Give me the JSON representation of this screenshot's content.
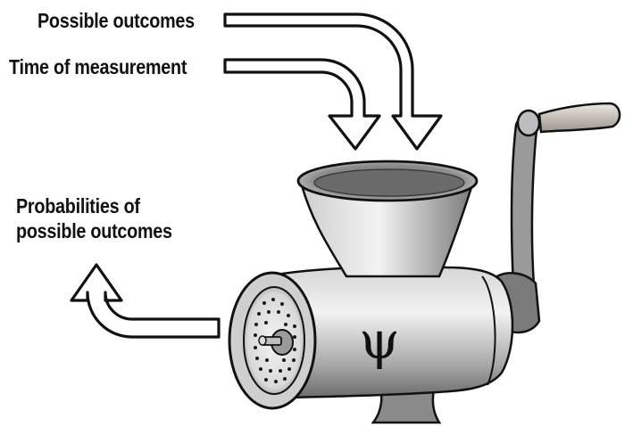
{
  "labels": {
    "possible_outcomes": "Possible outcomes",
    "time_of_measurement": "Time of measurement",
    "probabilities_line1": "Probabilities of",
    "probabilities_line2": "possible outcomes"
  },
  "machine": {
    "symbol": "ψ"
  },
  "icons": {
    "input_arrow_1": "arrow-down-icon",
    "input_arrow_2": "arrow-down-icon",
    "output_arrow": "arrow-up-icon",
    "machine": "meat-grinder-icon"
  },
  "colors": {
    "ink": "#111111",
    "metal": "#9a9a9a",
    "metal_dark": "#4a4a4a",
    "handle": "#b8b0a6",
    "background": "#ffffff"
  }
}
